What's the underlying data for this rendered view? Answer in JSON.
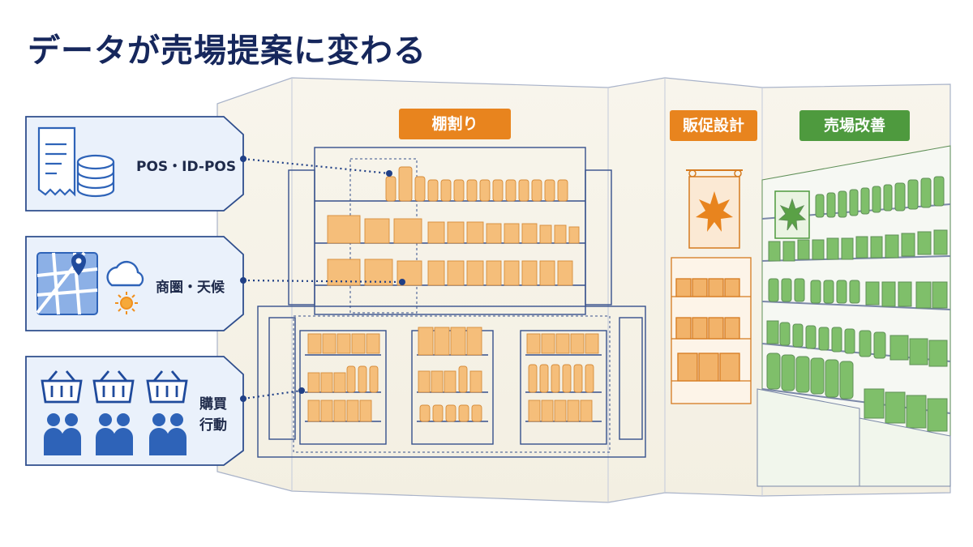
{
  "title": "データが売場提案に変わる",
  "sources": [
    {
      "label": "POS・ID-POS",
      "icons": [
        "receipt-icon",
        "database-icon"
      ]
    },
    {
      "label": "商圏・天候",
      "icons": [
        "map-pin-icon",
        "cloud-icon",
        "sun-icon"
      ]
    },
    {
      "label_lines": [
        "購買",
        "行動"
      ],
      "icons": [
        "basket-icon",
        "person-icon"
      ]
    }
  ],
  "sections": {
    "shelf": {
      "label": "棚割り",
      "color": "#e8841e"
    },
    "promo": {
      "label": "販促設計",
      "color": "#e8841e"
    },
    "improve": {
      "label": "売場改善",
      "color": "#4e9a3e"
    }
  },
  "colors": {
    "navy": "#16275c",
    "blue": "#2e63b8",
    "orange": "#f2b36a",
    "green": "#7fbf6a"
  }
}
